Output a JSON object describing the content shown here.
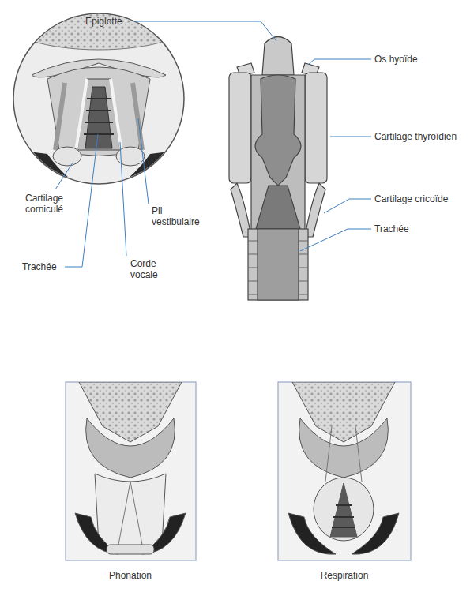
{
  "diagram": {
    "labels": [
      "Epiglotte",
      "Os hyoïde",
      "Cartilage thyroïdien",
      "Cartilage corniculé",
      "Pli vestibulaire",
      "Cartilage cricoïde",
      "Trachée",
      "Trachée",
      "Corde vocale",
      "Phonation",
      "Respiration"
    ]
  }
}
